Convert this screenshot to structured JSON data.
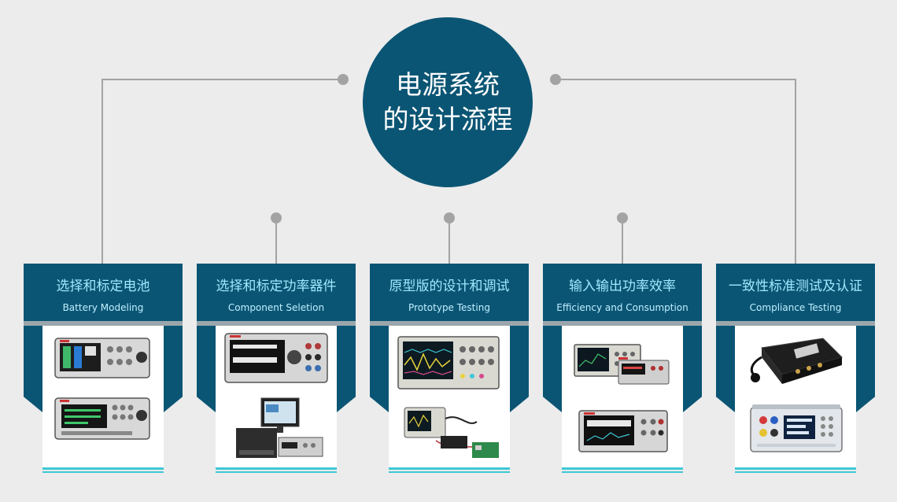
{
  "hub": {
    "line1": "电源系统",
    "line2": "的设计流程"
  },
  "colors": {
    "navy": "#0b5574",
    "cyan": "#3fc7d6",
    "connector": "#a3a3a3"
  },
  "steps": [
    {
      "title": "选择和标定电池",
      "subtitle": "Battery Modeling",
      "icon": "battery-simulator-icon"
    },
    {
      "title": "选择和标定功率器件",
      "subtitle": "Component Seletion",
      "icon": "smu-instrument-icon"
    },
    {
      "title": "原型版的设计和调试",
      "subtitle": "Prototype Testing",
      "icon": "oscilloscope-icon"
    },
    {
      "title": "输入输出功率效率",
      "subtitle": "Efficiency and Consumption",
      "icon": "power-analyzer-icon"
    },
    {
      "title": "一致性标准测试及认证",
      "subtitle": "Compliance Testing",
      "icon": "compliance-tester-icon"
    }
  ]
}
